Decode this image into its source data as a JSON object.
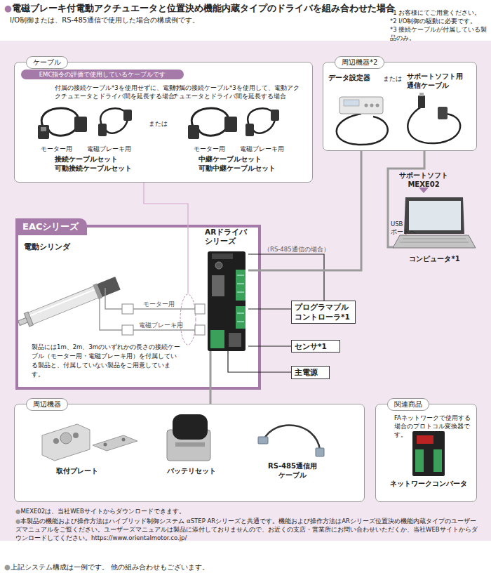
{
  "diagram": {
    "title": "●電磁ブレーキ付電動アクチュエータと位置決め機能内蔵タイプのドライバを組み合わせた場合",
    "caption": "●上記システム構成は一例です。 他の組み合わせもございます。",
    "nodes": [
      {
        "text": [
          "ケーブル"
        ]
      },
      {
        "text": [
          "EMC指令の評価で使用しているケーブルです"
        ],
        "in": 0
      },
      {
        "text": [
          "周辺機器*2"
        ]
      },
      {
        "text": [
          "コンピュータ*1"
        ]
      },
      {
        "text": [
          "EACシリーズ"
        ]
      },
      {
        "text": [
          "電動シリンダ"
        ],
        "in": 4
      },
      {
        "text": [
          "ARドライバ シリーズ"
        ],
        "in": 4
      },
      {
        "text": [
          "プログラマブル コントローラ*1"
        ]
      },
      {
        "text": [
          "センサ*1"
        ]
      },
      {
        "text": [
          "主電源"
        ]
      },
      {
        "text": [
          "周辺機器"
        ]
      },
      {
        "text": [
          "関連商品"
        ]
      }
    ],
    "edges": [
      {
        "from": 6,
        "to": 7,
        "arrow": "none",
        "label": "（RS-485通信の場合）"
      },
      {
        "from": 6,
        "to": 7,
        "arrow": "none"
      },
      {
        "from": 6,
        "to": 8,
        "arrow": "none"
      },
      {
        "from": 6,
        "to": 9,
        "arrow": "none"
      },
      {
        "from": 2,
        "to": 6,
        "arrow": "none"
      },
      {
        "from": 2,
        "to": 3,
        "arrow": "none"
      },
      {
        "from": 5,
        "to": 6,
        "arrow": "none",
        "label": "モーター用"
      },
      {
        "from": 5,
        "to": 6,
        "arrow": "none",
        "label": "電磁ブレーキ用"
      },
      {
        "from": 10,
        "to": 6,
        "arrow": "none"
      }
    ],
    "labels": [
      "I/O制御または、RS-485通信で使用した場合の構成例です。",
      "*1 お客様にてご用意ください。",
      "*2 I/O制御の駆動に必要です。",
      "*3 接続ケーブルが付属している製品のみ。",
      "付属の接続ケーブル*3を使用せずに、電動アクチュエータとドライバ間を延長する場合",
      "モーター用",
      "電磁ブレーキ用",
      "接続ケーブルセット 可動接続ケーブルセット",
      "または",
      "付属の接続ケーブル*3を使用して、電動アクチュエータとドライバ間を延長する場合",
      "モーター用",
      "電磁ブレーキ用",
      "中継ケーブルセット 可動中継ケーブルセット",
      "データ設定器",
      "または",
      "サポートソフト用 通信ケーブル",
      "サポートソフト MEXE02",
      "USB ポートへ",
      "製品には1m、2m、3mのいずれかの長さの接続ケーブル（モーター用・電磁ブレーキ用）を付属している製品と、付属していない製品をご用意しています。",
      "取付プレート",
      "バッテリセット",
      "RS-485通信用 ケーブル",
      "FAネットワークで使用する場合のプロトコル変換器です。",
      "ネットワークコンバータ",
      "●MEXE02は、当社WEBサイトからダウンロードできます。",
      "●本製品の機能および操作方法はハイブリッド制御システム αSTEP ARシリーズと共通です。機能および操作方法はARシリーズ位置決め機能内蔵タイプのユーザーズマニュアルをご覧ください。ユーザーズマニュアルは製品に添付しておりませんので、お近くの支店・営業所にお問い合わせいただくか、当社WEBサイトからダウンロードしてください。https://www.orientalmotor.co.jp/"
    ]
  }
}
